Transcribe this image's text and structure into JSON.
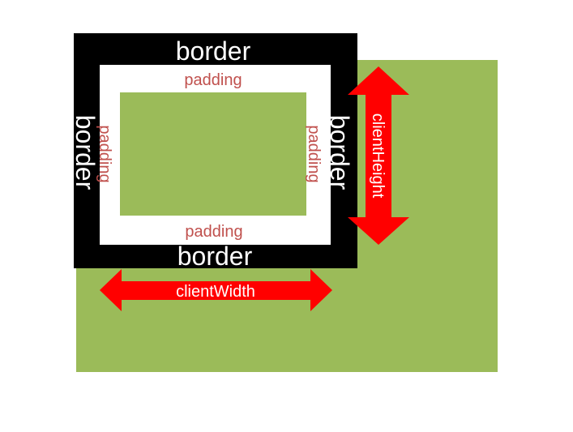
{
  "colors": {
    "outer_area": "#9bbb59",
    "border": "#000000",
    "padding": "#ffffff",
    "content": "#9bbb59",
    "arrow": "#ff0000",
    "border_text": "#ffffff",
    "padding_text": "#c0504d",
    "arrow_text": "#ffffff"
  },
  "labels": {
    "border_top": "border",
    "border_bottom": "border",
    "border_left": "border",
    "border_right": "border",
    "padding_top": "padding",
    "padding_bottom": "padding",
    "padding_left": "padding",
    "padding_right": "padding",
    "client_height": "clientHeight",
    "client_width": "clientWidth"
  }
}
